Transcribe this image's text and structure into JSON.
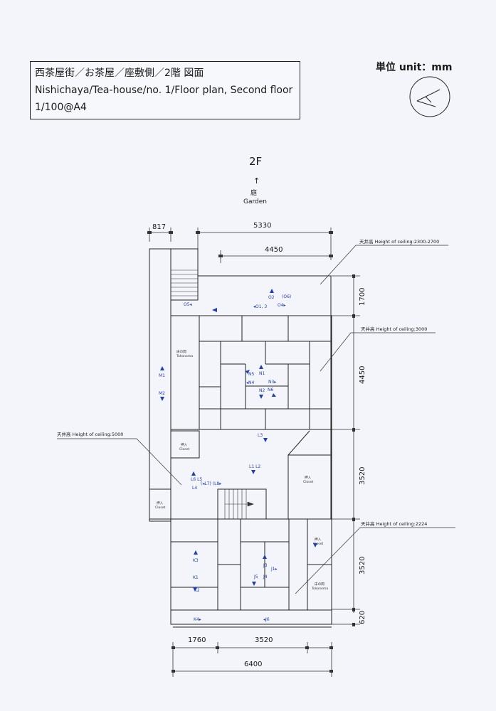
{
  "header": {
    "title_jp": "西茶屋街／お茶屋／座敷側／2階 図面",
    "title_en": "Nishichaya/Tea-house/no. 1/Floor plan, Second floor",
    "scale": "1/100@A4"
  },
  "unit": "単位 unit：mm",
  "floor": {
    "label": "2F",
    "arrow": "↑",
    "garden_jp": "庭",
    "garden_en": "Garden"
  },
  "dimensions": {
    "top_817": "817",
    "top_5330": "5330",
    "top_4450": "4450",
    "right_1700": "1700",
    "right_4450": "4450",
    "right_3520a": "3520",
    "right_3520b": "3520",
    "right_620": "620",
    "bottom_1760": "1760",
    "bottom_3520": "3520",
    "bottom_6400": "6400"
  },
  "ceiling_notes": {
    "n1": "天井高 Height of ceiling:2300-2700",
    "n2": "天井高 Height of ceiling:3000",
    "n3": "天井高 Height of ceiling:5000",
    "n4": "天井高 Height of ceiling:2224"
  },
  "room_labels": {
    "tokonoma1_jp": "床の間",
    "tokonoma1_en": "Tokonoma",
    "closet1_jp": "押入",
    "closet1_en": "Closet",
    "closet2_jp": "押入",
    "closet2_en": "Closet",
    "closet3_jp": "押入",
    "closet3_en": "Closet",
    "closet4_jp": "押入",
    "closet4_en": "Closet",
    "tokonoma2_jp": "床の間",
    "tokonoma2_en": "Tokonoma"
  },
  "markers": {
    "o2": "O2",
    "o6": "(O6)",
    "o13": "◂O1, 3",
    "o4": "O4▸",
    "o5": "O5◂",
    "m1": "M1",
    "m2": "M2",
    "n5": "N5",
    "n1": "N1",
    "n4": "◂N4",
    "n3": "N3▸",
    "n2": "N2",
    "n6": "N6",
    "l3": "L3",
    "l1l2": "L1 L2",
    "l6l5": "L6 L5",
    "l7l8": "(◂L7) (L8▸",
    "l4": "L4",
    "k3": "K3",
    "k1": "K1",
    "k2": "K2",
    "j5": "J5",
    "j4": "J4",
    "j3": "J3",
    "j1": "J1▸",
    "k4": "K4▸",
    "j6": "◂J6"
  }
}
